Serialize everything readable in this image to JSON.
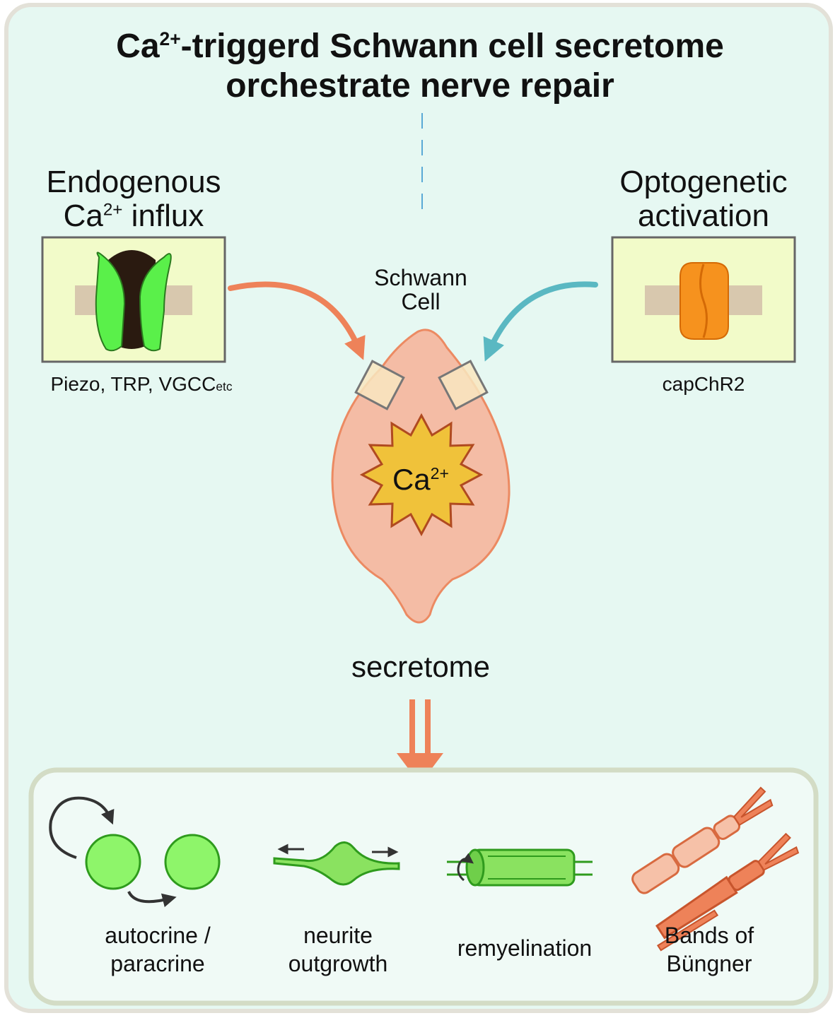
{
  "title": {
    "line1_pre": "Ca",
    "line1_sup": "2+",
    "line1_post": "-triggerd Schwann cell secretome",
    "line2": "orchestrate nerve repair"
  },
  "left": {
    "heading_line1": "Endogenous",
    "heading_line2_pre": "Ca",
    "heading_line2_sup": "2+",
    "heading_line2_post": " influx",
    "caption_main": "Piezo, TRP, VGCC",
    "caption_sub": "etc"
  },
  "right": {
    "heading_line1": "Optogenetic",
    "heading_line2": "activation",
    "caption": "capChR2"
  },
  "cell": {
    "label_line1": "Schwann",
    "label_line2": "Cell",
    "ion_text": "Ca",
    "ion_sup": "2+"
  },
  "secretome_label": "secretome",
  "outcomes": [
    {
      "line1": "autocrine /",
      "line2": "paracrine"
    },
    {
      "line1": "neurite",
      "line2": "outgrowth"
    },
    {
      "line1": "remyelination",
      "line2": ""
    },
    {
      "line1": "Bands of",
      "line2": "Büngner"
    }
  ],
  "colors": {
    "background": "#e6f8f2",
    "cell_fill": "#f4bca5",
    "cell_stroke": "#ec8a62",
    "channel_green": "#5af04a",
    "opsin_orange": "#f6921e",
    "arrow_left": "#ee8259",
    "arrow_right": "#5ab8c2",
    "calcium_star": "#f0c23a"
  }
}
